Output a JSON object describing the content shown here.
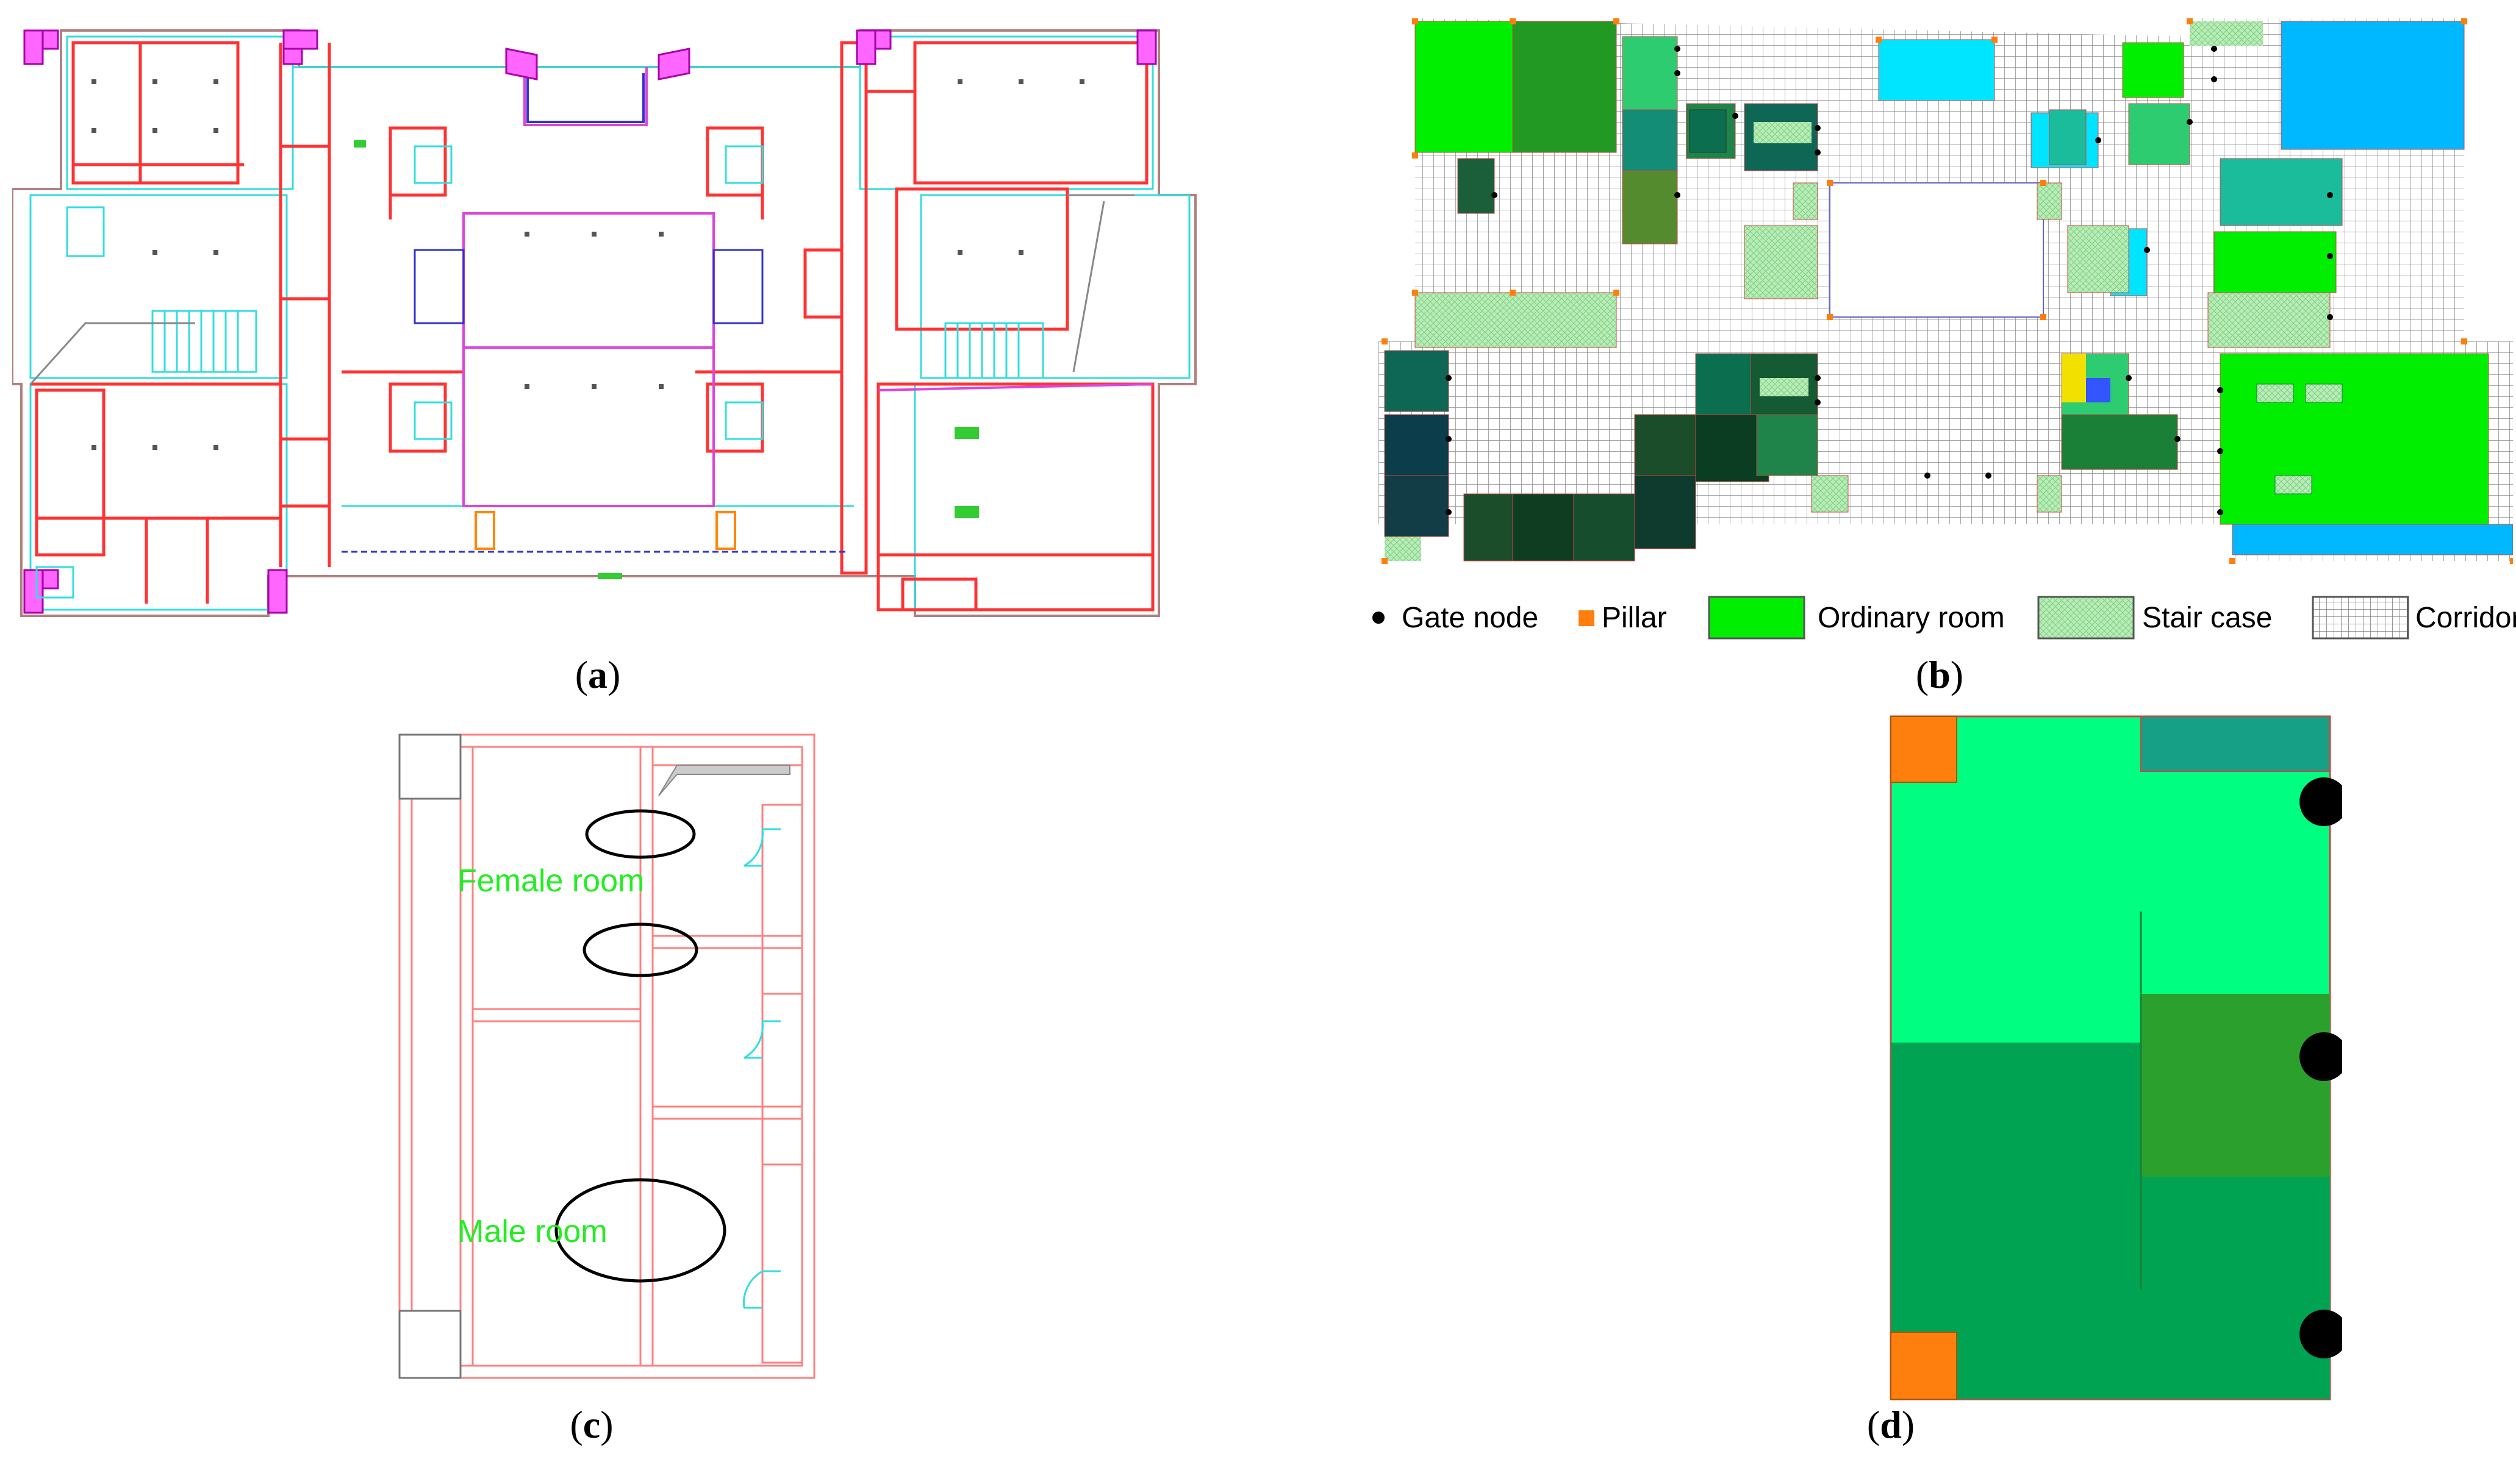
{
  "captions": {
    "a": "a",
    "b": "b",
    "c": "c",
    "d": "d"
  },
  "legend": [
    {
      "label": "Gate node",
      "swatch": "dot",
      "color": "#000000"
    },
    {
      "label": "Pillar",
      "swatch": "square",
      "color": "#ff7f0e"
    },
    {
      "label": "Ordinary room",
      "swatch": "rect",
      "color": "#00ee00"
    },
    {
      "label": "Stair case",
      "swatch": "hatch",
      "color": "#a8e6a8"
    },
    {
      "label": "Corridor",
      "swatch": "grid",
      "color": "#ffffff"
    }
  ],
  "panel_c": {
    "female_label": "Female room",
    "male_label": "Male room"
  },
  "colors": {
    "wall_red": "#ff3333",
    "wall_pink": "#ff99aa",
    "cyan": "#33dddd",
    "magenta": "#dd44dd",
    "pillar": "#ff7f0e",
    "room_green": "#00ee00",
    "room_mid": "#00a352",
    "room_light": "#00ff80",
    "room_teal": "#16a085",
    "room_olive": "#2ca02c",
    "corridor_grid": "#888888",
    "cyan_room": "#00e5ff"
  }
}
